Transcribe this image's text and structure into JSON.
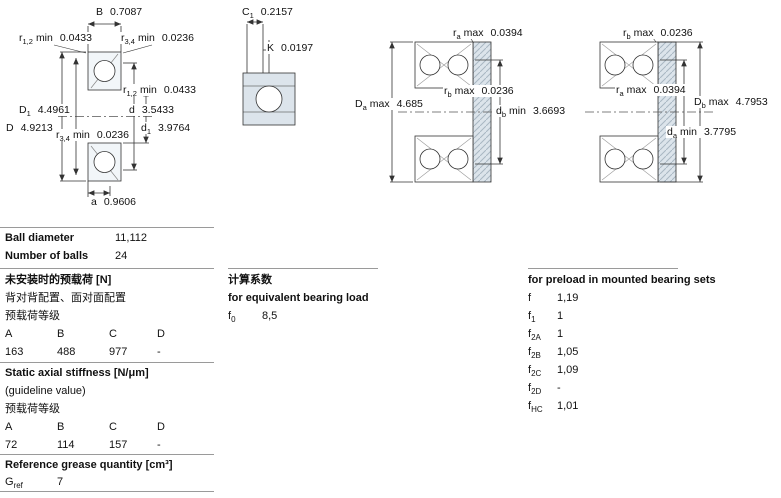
{
  "drawing_labels": {
    "b": {
      "pre": "B",
      "sub": "",
      "post": "",
      "val": "0.7087"
    },
    "r12_top": {
      "pre": "r",
      "sub": "1,2",
      "post": "min",
      "val": "0.0433"
    },
    "r34_top": {
      "pre": "r",
      "sub": "3,4",
      "post": "min",
      "val": "0.0236"
    },
    "r12_mid": {
      "pre": "r",
      "sub": "1,2",
      "post": "min",
      "val": "0.0433"
    },
    "d_bore": {
      "pre": "d",
      "sub": "",
      "post": "",
      "val": "3.5433"
    },
    "D1": {
      "pre": "D",
      "sub": "1",
      "post": "",
      "val": "4.4961"
    },
    "D_out": {
      "pre": "D",
      "sub": "",
      "post": "",
      "val": "4.9213"
    },
    "r34_mid": {
      "pre": "r",
      "sub": "3,4",
      "post": "min",
      "val": "0.0236"
    },
    "d1": {
      "pre": "d",
      "sub": "1",
      "post": "",
      "val": "3.9764"
    },
    "a_dim": {
      "pre": "a",
      "sub": "",
      "post": "",
      "val": "0.9606"
    },
    "c1": {
      "pre": "C",
      "sub": "1",
      "post": "",
      "val": "0.2157"
    },
    "k": {
      "pre": "K",
      "sub": "",
      "post": "",
      "val": "0.0197"
    },
    "ra_max_1": {
      "pre": "r",
      "sub": "a",
      "post": "max",
      "val": "0.0394"
    },
    "da_max": {
      "pre": "D",
      "sub": "a",
      "post": "max",
      "val": "4.685"
    },
    "rb_max_1": {
      "pre": "r",
      "sub": "b",
      "post": "max",
      "val": "0.0236"
    },
    "db_min": {
      "pre": "d",
      "sub": "b",
      "post": "min",
      "val": "3.6693"
    },
    "rb_max_2": {
      "pre": "r",
      "sub": "b",
      "post": "max",
      "val": "0.0236"
    },
    "ra_max_2": {
      "pre": "r",
      "sub": "a",
      "post": "max",
      "val": "0.0394"
    },
    "db_max": {
      "pre": "D",
      "sub": "b",
      "post": "max",
      "val": "4.7953"
    },
    "da_min": {
      "pre": "d",
      "sub": "a",
      "post": "min",
      "val": "3.7795"
    }
  },
  "specs": {
    "ball_diameter_label": "Ball diameter",
    "ball_diameter_value": "11,112",
    "number_of_balls_label": "Number of balls",
    "number_of_balls_value": "24",
    "preload_section_title": "未安装时的预载荷 [N]",
    "preload_subtitle": "背对背配置、面对面配置",
    "preload_class_label": "预载荷等级",
    "preload_headers": [
      "A",
      "B",
      "C",
      "D"
    ],
    "preload_values": [
      "163",
      "488",
      "977",
      "-"
    ],
    "stiffness_title": "Static axial stiffness [N/μm]",
    "stiffness_subtitle": "(guideline value)",
    "stiffness_class_label": "预载荷等级",
    "stiffness_headers": [
      "A",
      "B",
      "C",
      "D"
    ],
    "stiffness_values": [
      "72",
      "114",
      "157",
      "-"
    ],
    "grease_title": "Reference grease quantity [cm³]",
    "grease_symbol": {
      "pre": "G",
      "sub": "ref"
    },
    "grease_value": "7"
  },
  "factors": {
    "section_title": "计算系数",
    "equivalent_load_title": "for equivalent bearing load",
    "f0": {
      "pre": "f",
      "sub": "0",
      "val": "8,5"
    },
    "preload_sets_title": "for preload in mounted bearing sets",
    "rows": [
      {
        "pre": "f",
        "sub": "",
        "val": "1,19"
      },
      {
        "pre": "f",
        "sub": "1",
        "val": "1"
      },
      {
        "pre": "f",
        "sub": "2A",
        "val": "1"
      },
      {
        "pre": "f",
        "sub": "2B",
        "val": "1,05"
      },
      {
        "pre": "f",
        "sub": "2C",
        "val": "1,09"
      },
      {
        "pre": "f",
        "sub": "2D",
        "val": "-"
      },
      {
        "pre": "f",
        "sub": "HC",
        "val": "1,01"
      }
    ]
  }
}
